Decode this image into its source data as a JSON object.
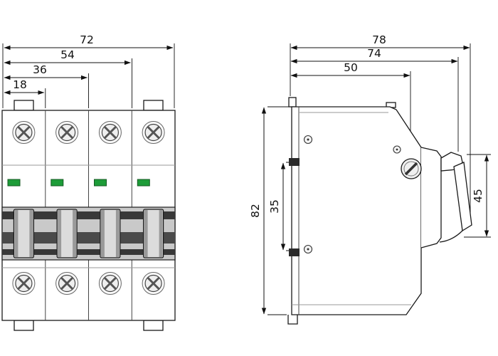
{
  "drawing": {
    "front_view": {
      "total_width": "72",
      "width_three_modules": "54",
      "width_two_modules": "36",
      "width_one_module": "18"
    },
    "side_view": {
      "total_depth": "78",
      "depth_without_lever": "74",
      "body_depth": "50",
      "total_height": "82",
      "rail_slot_height": "35",
      "front_section_height": "45"
    },
    "colors": {
      "indicator_green": "#1d9c38",
      "line": "#111111"
    }
  }
}
